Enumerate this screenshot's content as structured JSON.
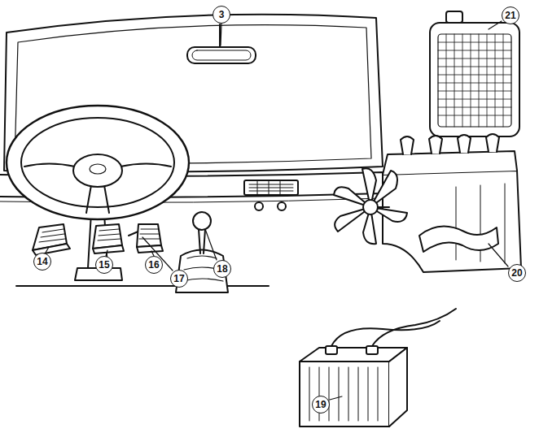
{
  "diagram": {
    "labels": [
      "3",
      "21",
      "14",
      "15",
      "16",
      "17",
      "18",
      "20",
      "19"
    ]
  }
}
